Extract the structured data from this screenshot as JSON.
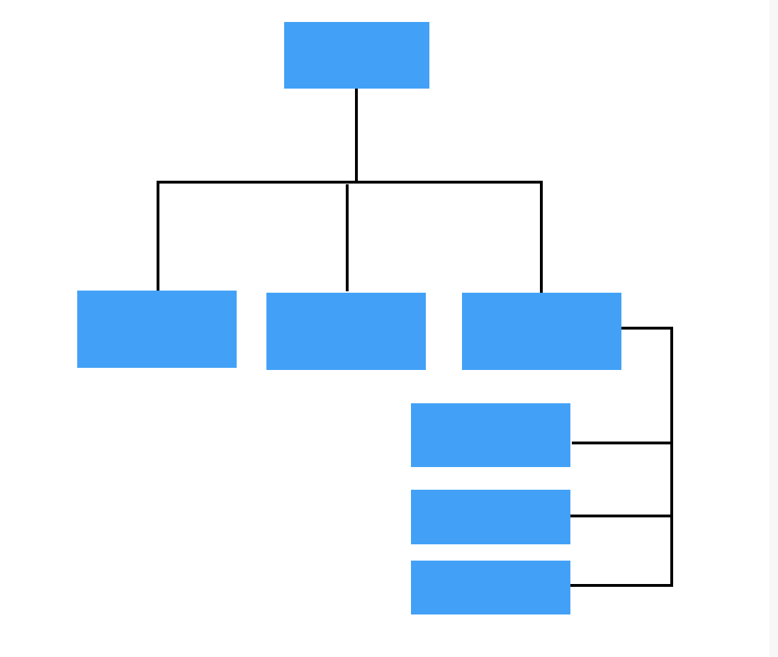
{
  "diagram": {
    "type": "org-chart",
    "colors": {
      "node_fill": "#42a1f7",
      "connector": "#000000",
      "background": "#ffffff",
      "edge_strip": "#f7f7f7"
    },
    "nodes": [
      {
        "id": "root",
        "label": ""
      },
      {
        "id": "child-1",
        "label": ""
      },
      {
        "id": "child-2",
        "label": ""
      },
      {
        "id": "child-3",
        "label": ""
      },
      {
        "id": "sub-1",
        "label": ""
      },
      {
        "id": "sub-2",
        "label": ""
      },
      {
        "id": "sub-3",
        "label": ""
      }
    ],
    "edges": [
      {
        "from": "root",
        "to": "child-1"
      },
      {
        "from": "root",
        "to": "child-2"
      },
      {
        "from": "root",
        "to": "child-3"
      },
      {
        "from": "child-3",
        "to": "sub-1"
      },
      {
        "from": "child-3",
        "to": "sub-2"
      },
      {
        "from": "child-3",
        "to": "sub-3"
      }
    ]
  }
}
